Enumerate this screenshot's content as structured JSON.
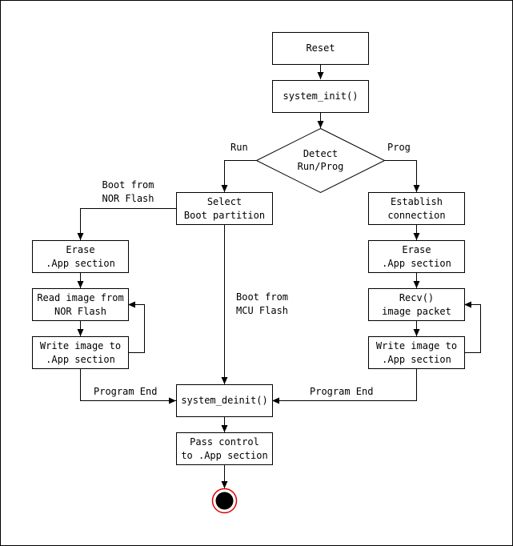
{
  "nodes": {
    "reset": "Reset",
    "system_init": "system_init()",
    "detect": "Detect\nRun/Prog",
    "select_boot": "Select\nBoot partition",
    "establish": "Establish\nconnection",
    "erase_left": "Erase\n.App section",
    "read_image": "Read image from\nNOR Flash",
    "write_left": "Write image to\n.App section",
    "erase_right": "Erase\n.App section",
    "recv": "Recv()\nimage packet",
    "write_right": "Write image to\n.App section",
    "system_deinit": "system_deinit()",
    "pass_control": "Pass control\nto .App section"
  },
  "labels": {
    "run": "Run",
    "prog": "Prog",
    "boot_nor": "Boot from\nNOR Flash",
    "boot_mcu": "Boot from\nMCU Flash",
    "program_end_left": "Program End",
    "program_end_right": "Program End"
  },
  "colors": {
    "line": "#000000",
    "end_ring": "#e00000",
    "end_fill": "#000000"
  }
}
